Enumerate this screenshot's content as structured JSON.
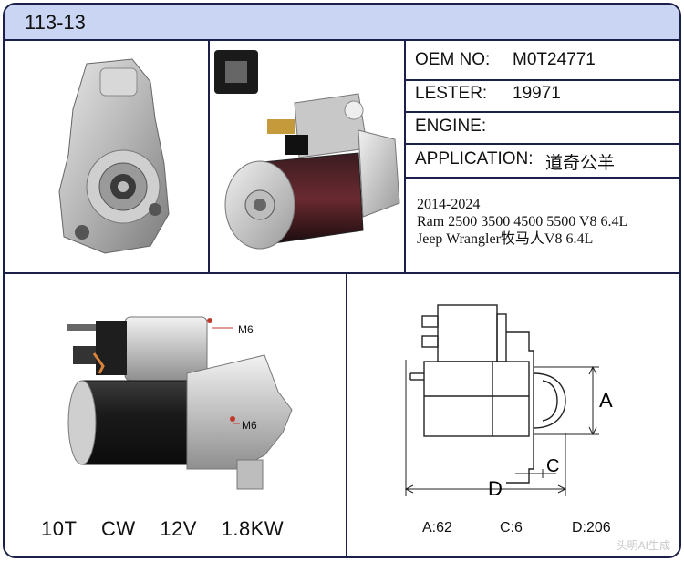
{
  "header": {
    "code": "113-13"
  },
  "info": {
    "oem_label": "OEM NO:",
    "oem_value": "M0T24771",
    "lester_label": "LESTER:",
    "lester_value": "19971",
    "engine_label": "ENGINE:",
    "engine_value": "",
    "application_label": "APPLICATION:",
    "application_value": "道奇公羊"
  },
  "models": [
    "2014-2024",
    "Ram 2500 3500 4500 5500 V8 6.4L",
    "Jeep Wrangler牧马人V8 6.4L"
  ],
  "specs": {
    "teeth": "10T",
    "rotation": "CW",
    "voltage": "12V",
    "power": "1.8KW"
  },
  "callouts": {
    "m6_top": "M6",
    "m6_body": "M6"
  },
  "drawing": {
    "label_a": "A",
    "label_c": "C",
    "label_d": "D"
  },
  "dimensions": {
    "a": "A:62",
    "c": "C:6",
    "d": "D:206"
  },
  "watermark": "头明AI生成",
  "colors": {
    "header_bg": "#c9d5f3",
    "border": "#1b1f4a"
  }
}
